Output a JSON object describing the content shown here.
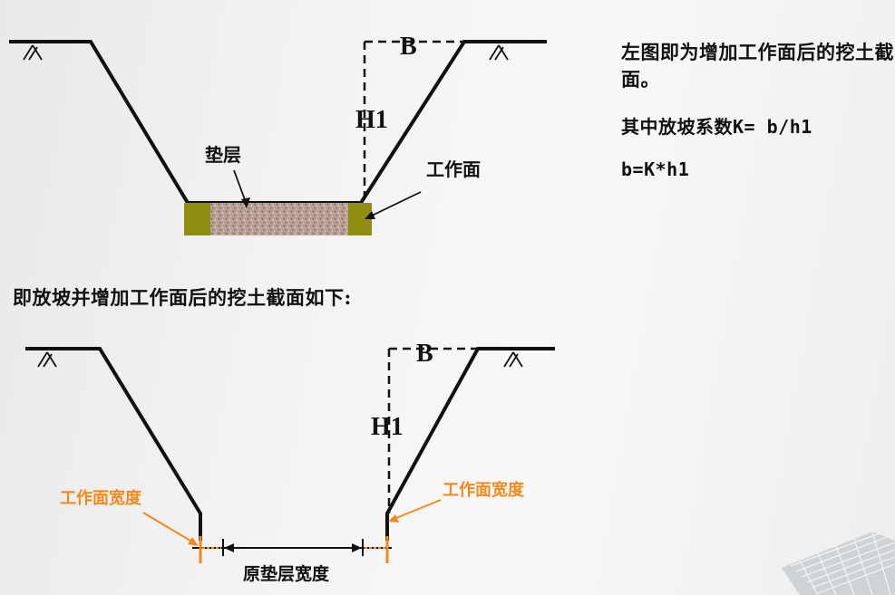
{
  "diagram1": {
    "label_B": "B",
    "label_H1": "H1",
    "label_cushion": "垫层",
    "label_work_face": "工作面"
  },
  "diagram2": {
    "label_B": "B",
    "label_H1": "H1",
    "label_work_width_left": "工作面宽度",
    "label_work_width_right": "工作面宽度",
    "label_cushion_width": "原垫层宽度"
  },
  "notes": {
    "line1": "左图即为增加工作面后的挖土截面。",
    "line2": "其中放坡系数K= b/h1",
    "line3": "b=K*h1",
    "caption": "即放坡并增加工作面后的挖土截面如下:"
  },
  "colors": {
    "line": "#111111",
    "annotation": "#f08a1e",
    "work_face_fill": "#8f8e12",
    "cushion_fill": "#b39b8c"
  }
}
